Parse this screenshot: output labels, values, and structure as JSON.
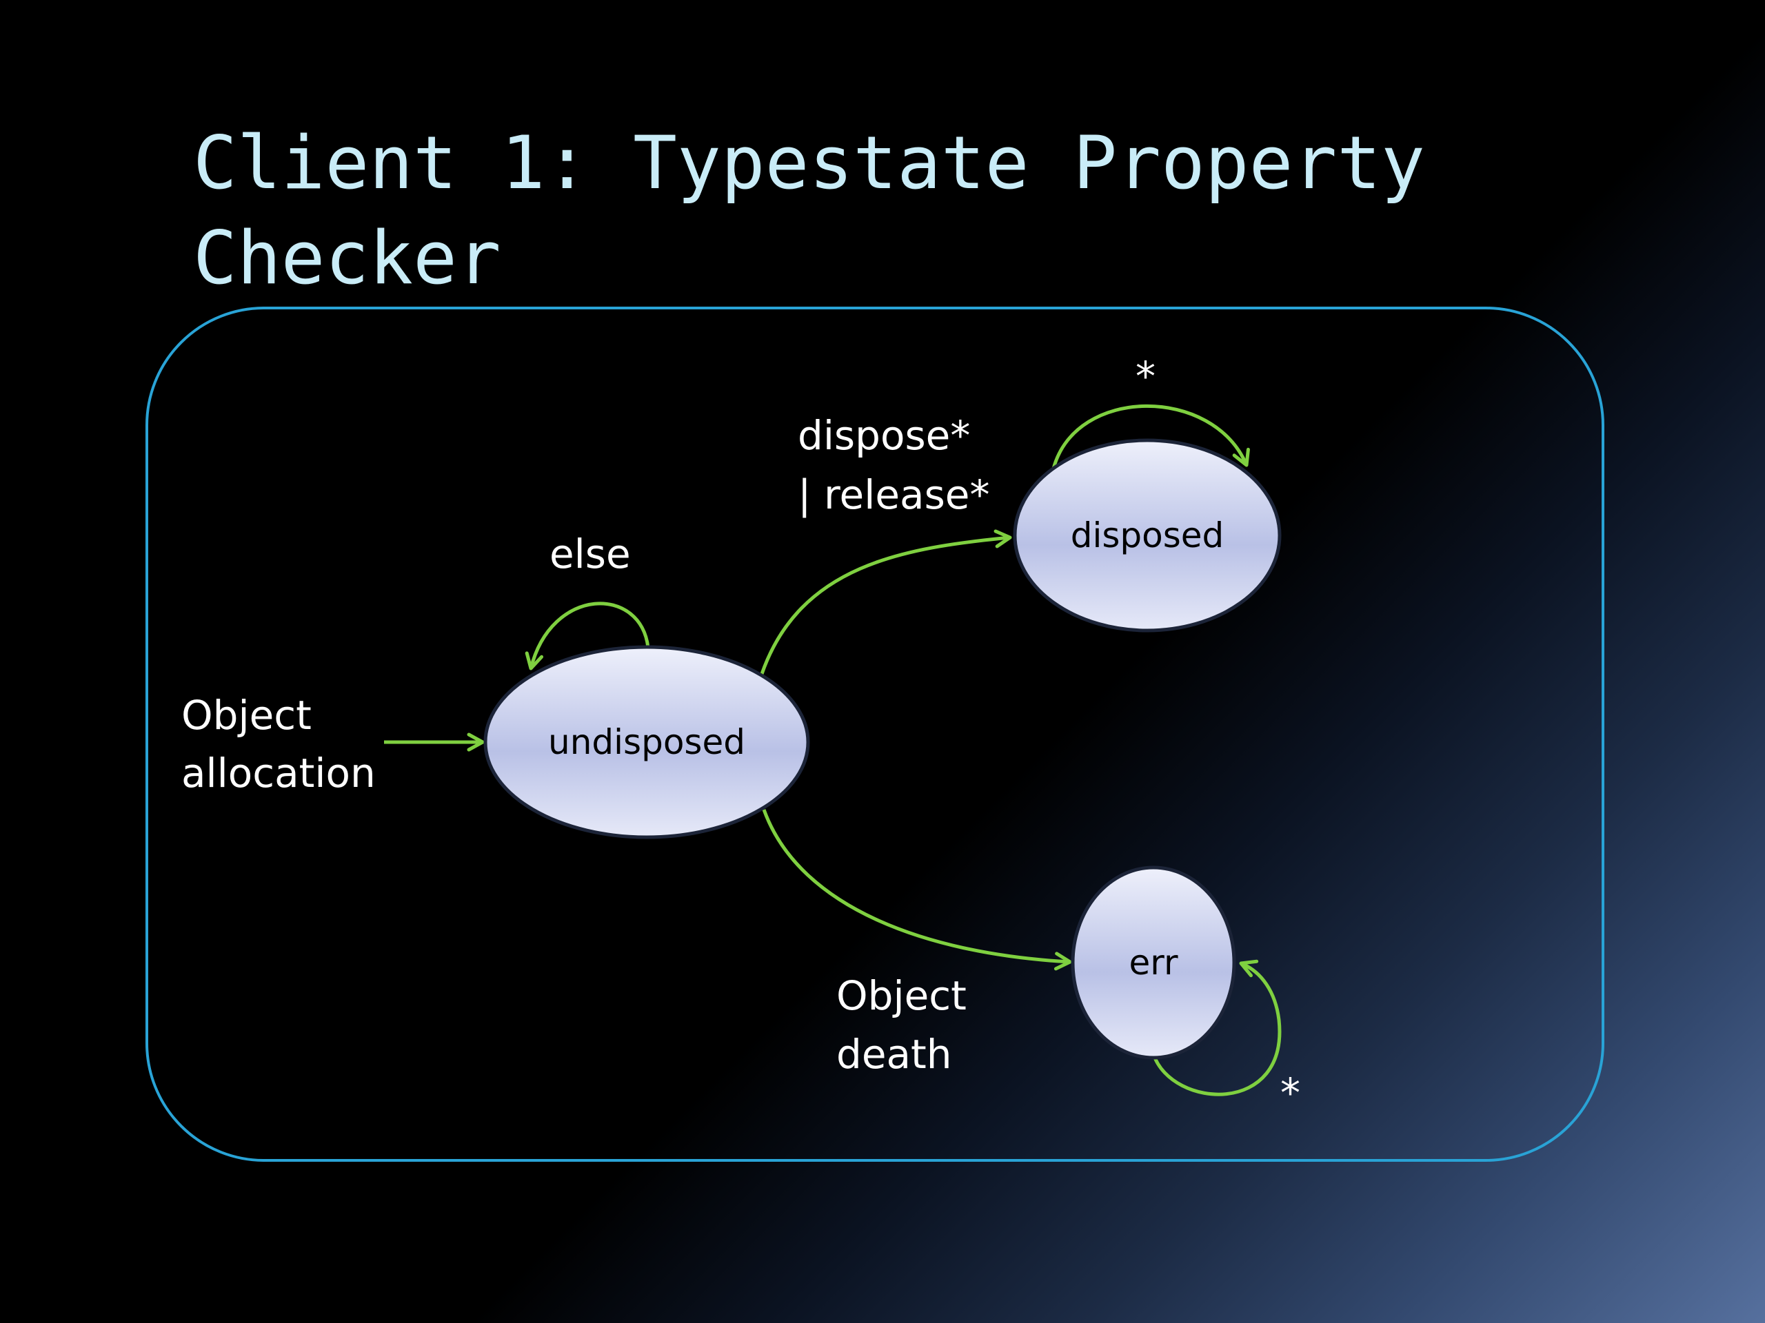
{
  "title": {
    "line1": "Client 1: Typestate Property",
    "line2": "Checker"
  },
  "colors": {
    "title": "#c9ecf7",
    "frame": "#29a3d6",
    "edge": "#7fd040",
    "node_fill": "#dfe3f6",
    "node_stroke": "#1c2438",
    "text": "#ffffff"
  },
  "nodes": {
    "undisposed": "undisposed",
    "disposed": "disposed",
    "err": "err"
  },
  "edges": {
    "object_allocation": [
      "Object",
      "allocation"
    ],
    "else": "else",
    "dispose_release": [
      "dispose*",
      "| release*"
    ],
    "disposed_self": "*",
    "object_death": [
      "Object",
      "death"
    ],
    "err_self": "*"
  }
}
